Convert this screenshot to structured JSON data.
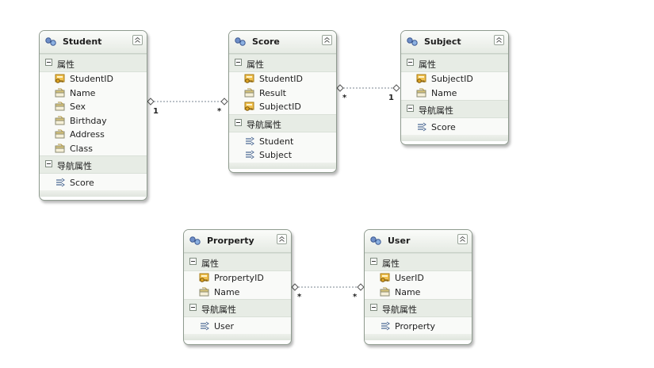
{
  "labels": {
    "properties": "属性",
    "navigation": "导航属性"
  },
  "colors": {
    "key_icon": "#d9a520",
    "connector": "#7a8590",
    "header_bg": "#e7ece5"
  },
  "entities": [
    {
      "id": "student",
      "title": "Student",
      "properties": [
        {
          "name": "StudentID",
          "key": true
        },
        {
          "name": "Name",
          "key": false
        },
        {
          "name": "Sex",
          "key": false
        },
        {
          "name": "Birthday",
          "key": false
        },
        {
          "name": "Address",
          "key": false
        },
        {
          "name": "Class",
          "key": false
        }
      ],
      "navigation": [
        "Score"
      ]
    },
    {
      "id": "score",
      "title": "Score",
      "properties": [
        {
          "name": "StudentID",
          "key": true
        },
        {
          "name": "Result",
          "key": false
        },
        {
          "name": "SubjectID",
          "key": true
        }
      ],
      "navigation": [
        "Student",
        "Subject"
      ]
    },
    {
      "id": "subject",
      "title": "Subject",
      "properties": [
        {
          "name": "SubjectID",
          "key": true
        },
        {
          "name": "Name",
          "key": false
        }
      ],
      "navigation": [
        "Score"
      ]
    },
    {
      "id": "prorperty",
      "title": "Prorperty",
      "properties": [
        {
          "name": "ProrpertyID",
          "key": true
        },
        {
          "name": "Name",
          "key": false
        }
      ],
      "navigation": [
        "User"
      ]
    },
    {
      "id": "user",
      "title": "User",
      "properties": [
        {
          "name": "UserID",
          "key": true
        },
        {
          "name": "Name",
          "key": false
        }
      ],
      "navigation": [
        "Prorperty"
      ]
    }
  ],
  "associations": [
    {
      "from": "student",
      "to": "score",
      "from_mult": "1",
      "to_mult": "*"
    },
    {
      "from": "score",
      "to": "subject",
      "from_mult": "*",
      "to_mult": "1"
    },
    {
      "from": "prorperty",
      "to": "user",
      "from_mult": "*",
      "to_mult": "*"
    }
  ]
}
